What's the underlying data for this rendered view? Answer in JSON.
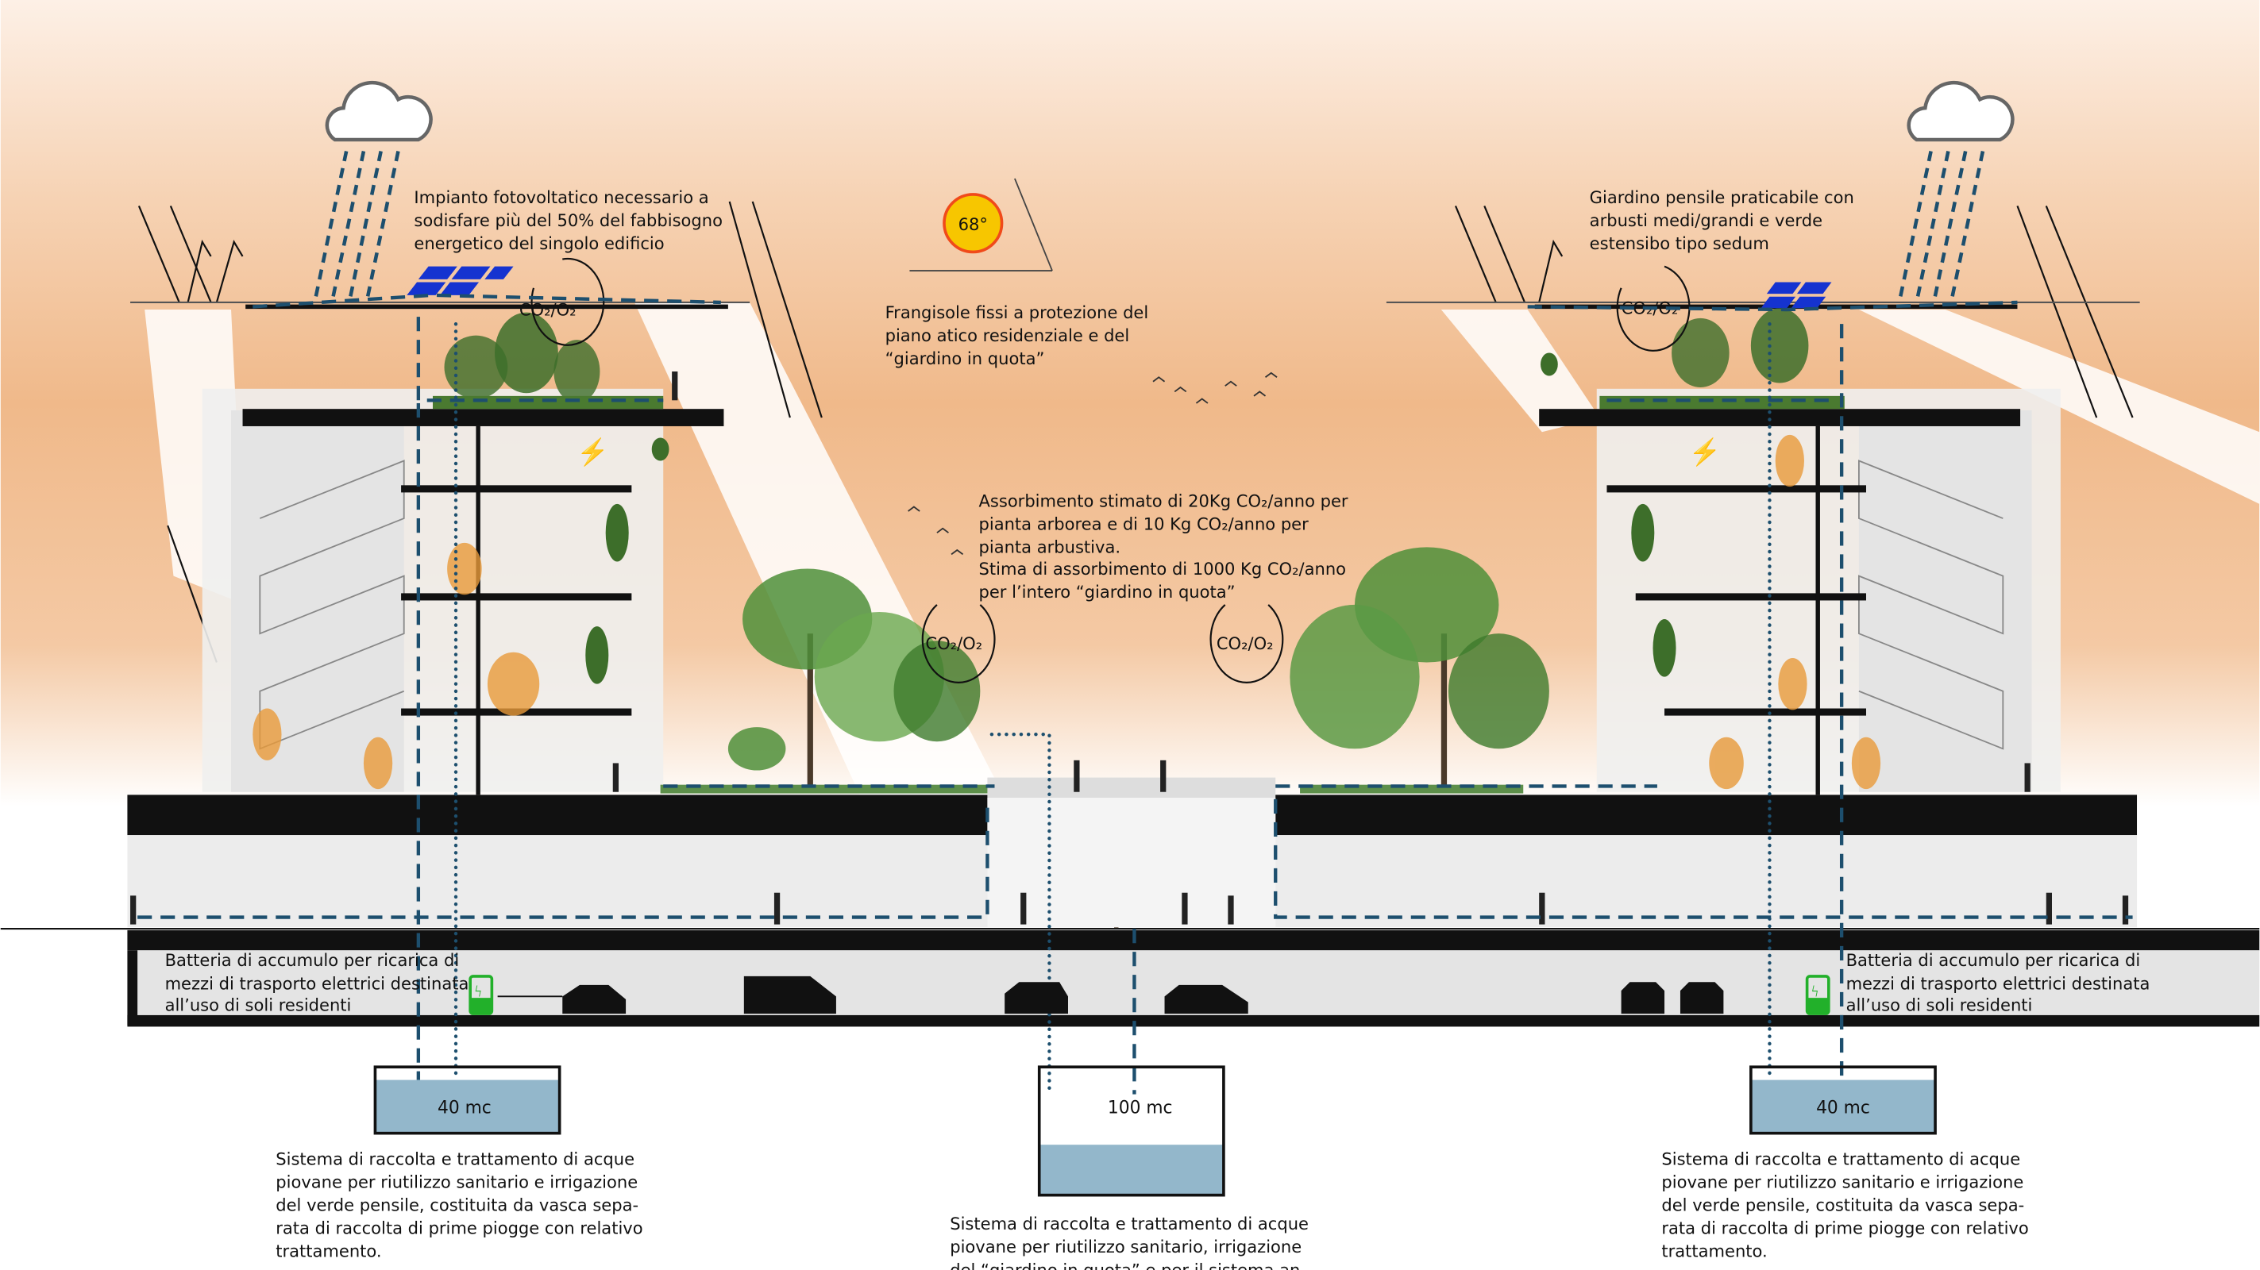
{
  "annotations": {
    "photovoltaic": [
      "Impianto fotovoltatico necessario a",
      "sodisfare più del 50% del fabbisogno",
      "energetico del singolo edificio"
    ],
    "sun_angle": "68°",
    "brise_soleil": [
      "Frangisole fissi a protezione del",
      "piano atico residenziale e del",
      "“giardino in quota”"
    ],
    "roof_garden": [
      "Giardino pensile praticabile con",
      "arbusti medi/grandi e verde",
      "estensibo tipo sedum"
    ],
    "absorption": [
      "Assorbimento stimato di 20Kg CO₂/anno per",
      "pianta arborea e di 10 Kg CO₂/anno per",
      "pianta arbustiva.",
      "Stima di assorbimento di 1000 Kg CO₂/anno",
      "per l’intero “giardino in quota”"
    ],
    "co2_label": "CO₂/O₂",
    "battery_left": [
      "Batteria di accumulo per ricarica di",
      "mezzi di trasporto elettrici destinata",
      "all’uso di soli residenti"
    ],
    "battery_right": [
      "Batteria di accumulo per ricarica di",
      "mezzi di trasporto elettrici destinata",
      "all’uso di soli residenti"
    ]
  },
  "tanks": {
    "left": {
      "label": "40 mc",
      "fill_level": 0.8,
      "description": [
        "Sistema di raccolta e trattamento di acque",
        "piovane per riutilizzo sanitario e irrigazione",
        "del verde pensile, costituita da vasca sepa-",
        "rata di raccolta di prime piogge con relativo",
        "trattamento."
      ]
    },
    "center": {
      "label": "100 mc",
      "fill_level": 0.4,
      "description": [
        "Sistema di raccolta e trattamento di acque",
        "piovane per riutilizzo sanitario, irrigazione",
        "del “giardino in quota” e per il sistema an-"
      ]
    },
    "right": {
      "label": "40 mc",
      "fill_level": 0.8,
      "description": [
        "Sistema di raccolta e trattamento di acque",
        "piovane per riutilizzo sanitario e irrigazione",
        "del verde pensile, costituita da vasca sepa-",
        "rata di raccolta di prime piogge con relativo",
        "trattamento."
      ]
    }
  },
  "colors": {
    "sky_orange": "#f0b98a",
    "pipe_blue": "#1d4f6e",
    "water": "#93b7cb",
    "sun_fill": "#f7c600",
    "sun_stroke": "#f04a1a",
    "battery_green": "#22b02a",
    "solar_blue": "#1533d0",
    "tree_green": "#4f8f3a"
  },
  "icons": [
    "cloud-rain-icon",
    "sun-icon",
    "solar-panel-icon",
    "battery-charging-icon",
    "electric-car-icon",
    "lightning-icon",
    "toilet-icon",
    "tree-icon",
    "person-icon",
    "bird-icon"
  ]
}
